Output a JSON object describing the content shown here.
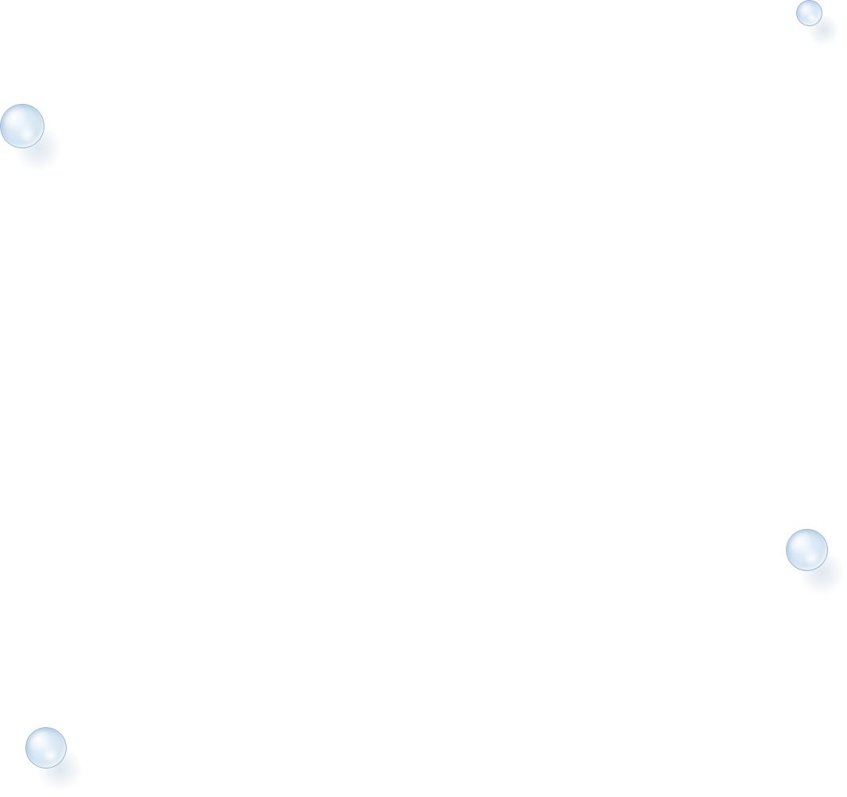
{
  "background": {
    "color": "#ffffff"
  },
  "decorations": {
    "bubble_color": "#cfe1ef",
    "bubble_outline_color": "#8cafcd",
    "bubbles": [
      {
        "name": "bubble-top-right"
      },
      {
        "name": "bubble-upper-left"
      },
      {
        "name": "bubble-lower-right"
      },
      {
        "name": "bubble-bottom-left"
      }
    ]
  }
}
